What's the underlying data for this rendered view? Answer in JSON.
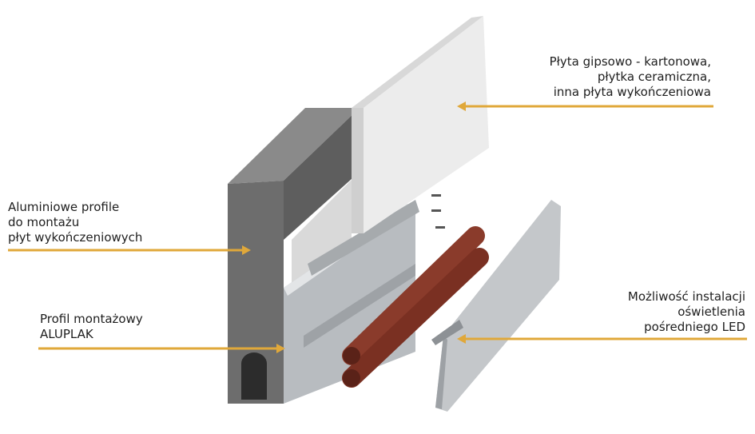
{
  "labels": {
    "finishing_board": [
      "Płyta gipsowo - kartonowa,",
      "płytka ceramiczna,",
      "inna płyta wykończeniowa"
    ],
    "aluminium_profiles": [
      "Aluminiowe profile",
      "do montażu",
      "płyt wykończeniowych"
    ],
    "mounting_profile": [
      "Profil montażowy",
      "ALUPLAK"
    ],
    "led_option": [
      "Możliwość instalacji",
      "oświetlenia",
      "pośredniego LED"
    ]
  },
  "colors": {
    "arrow": "#e0a83a",
    "pipe": "#8a3b2b",
    "box": "#6d6d6d"
  }
}
